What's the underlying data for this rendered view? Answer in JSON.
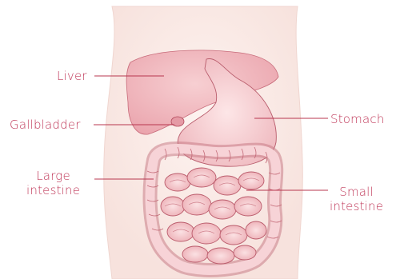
{
  "colors": {
    "label": "#c0395a",
    "leader_line": "#b8374f",
    "organ_fill": "#f3c1c6",
    "organ_stroke": "#b24a5c",
    "body_tone": "#fbeeea"
  },
  "labels": {
    "liver": "Liver",
    "gallbladder": "Gallbladder",
    "stomach": "Stomach",
    "large_intestine": "Large\nintestine",
    "small_intestine": "Small\nintestine"
  }
}
